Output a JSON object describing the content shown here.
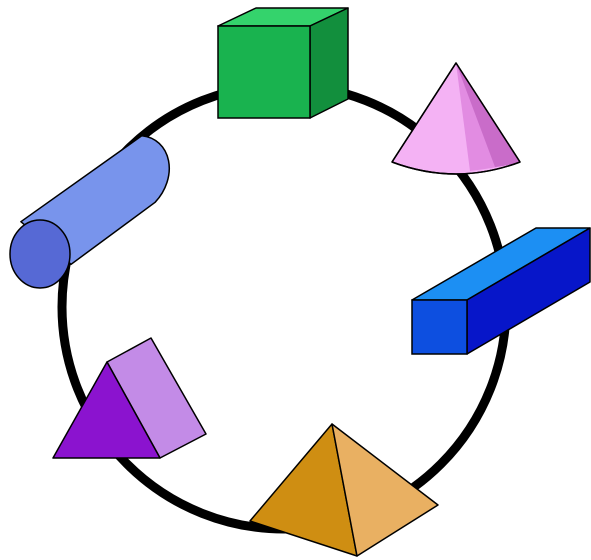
{
  "diagram": {
    "connector": "circle",
    "shapes": [
      {
        "id": "cube",
        "kind": "cube",
        "colors": {
          "front": "#19b34f",
          "top": "#34d36c",
          "side": "#128f3d"
        }
      },
      {
        "id": "cone",
        "kind": "cone",
        "colors": {
          "light": "#f4b2f4",
          "mid": "#e28ce2",
          "dark": "#c96cc9"
        }
      },
      {
        "id": "rectangular-prism",
        "kind": "rectangular-prism",
        "colors": {
          "front": "#0d4fe0",
          "top": "#1c8ff3",
          "side": "#0716c9"
        }
      },
      {
        "id": "pyramid",
        "kind": "pyramid",
        "colors": {
          "left": "#cf8e12",
          "right": "#e9b062"
        }
      },
      {
        "id": "triangular-prism",
        "kind": "triangular-prism",
        "colors": {
          "front": "#8b13cf",
          "side": "#c38be7"
        }
      },
      {
        "id": "cylinder",
        "kind": "cylinder",
        "colors": {
          "body": "#7894ec",
          "cap": "#5669d5"
        }
      }
    ]
  }
}
